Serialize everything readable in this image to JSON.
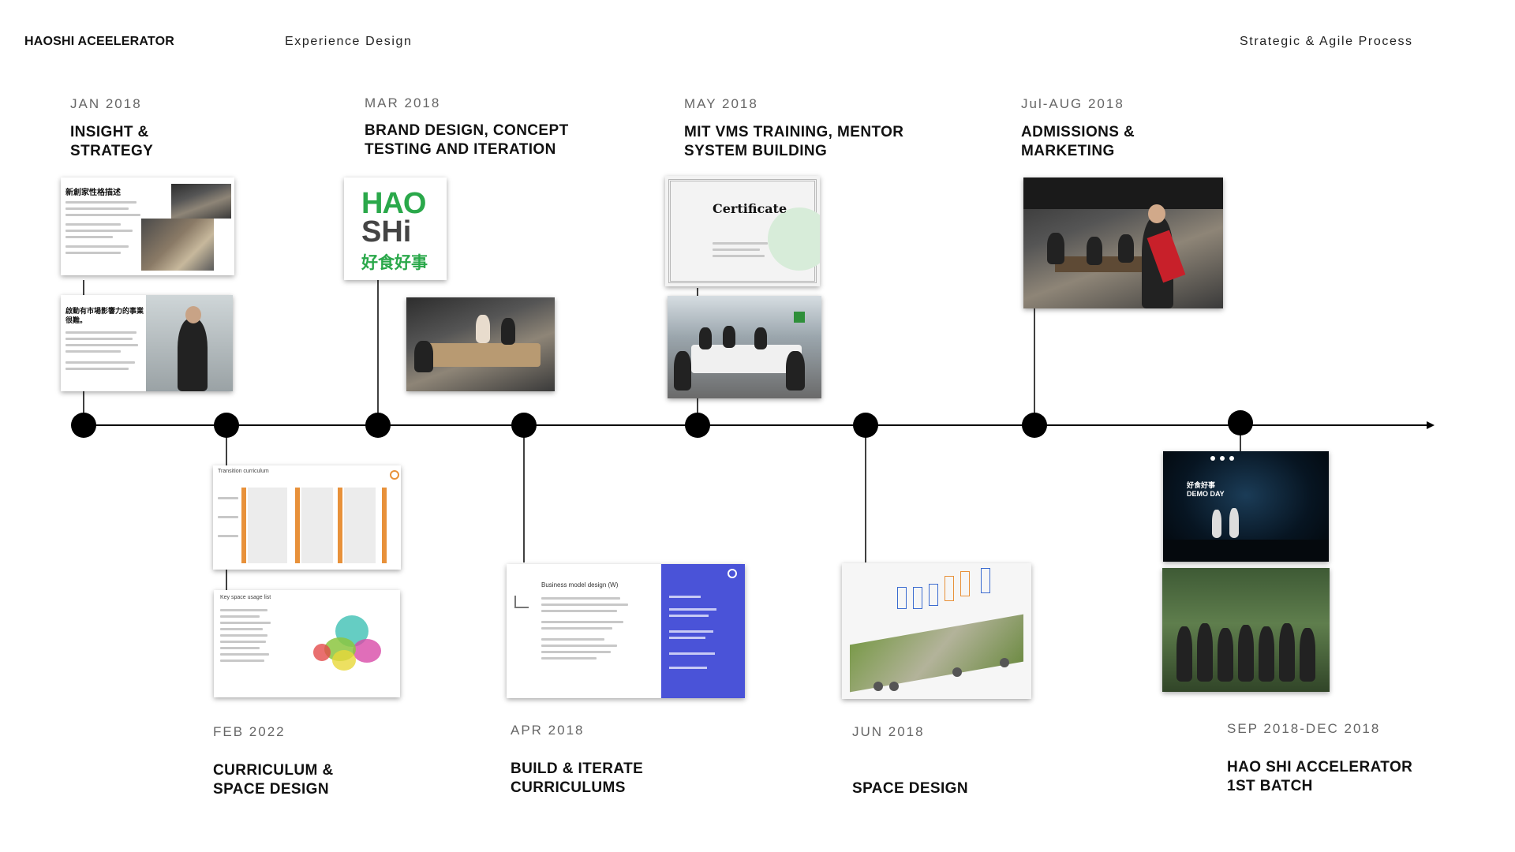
{
  "header": {
    "brand": "HAOSHI ACEELERATOR",
    "left_subtitle": "Experience Design",
    "right_subtitle": "Strategic & Agile Process"
  },
  "milestones_top": [
    {
      "date": "JAN 2018",
      "title": "INSIGHT &\nSTRATEGY"
    },
    {
      "date": "MAR 2018",
      "title": "BRAND DESIGN, CONCEPT\nTESTING AND ITERATION"
    },
    {
      "date": "MAY 2018",
      "title": "MIT VMS TRAINING, MENTOR\nSYSTEM BUILDING"
    },
    {
      "date": "Jul-AUG 2018",
      "title": "ADMISSIONS &\nMARKETING"
    }
  ],
  "milestones_bottom": [
    {
      "date": "FEB 2022",
      "title": "CURRICULUM &\nSPACE DESIGN"
    },
    {
      "date": "APR 2018",
      "title": "BUILD & ITERATE\nCURRICULUMS"
    },
    {
      "date": "JUN 2018",
      "title": "SPACE DESIGN"
    },
    {
      "date": "SEP 2018-DEC 2018",
      "title": "HAO SHI ACCELERATOR\n1ST BATCH"
    }
  ],
  "thumbnails": {
    "persona_heading": "新創家性格描述",
    "journey_heading": "啟動有市場影響力的事業很難。",
    "logo_line1": "HAO",
    "logo_line2": "SHi",
    "logo_cn": "好食好事",
    "certificate_title": "Certificate",
    "curriculum_title": "Transition curriculum",
    "space_list_title": "Key space usage list",
    "business_model_title": "Business model design (W)",
    "demo_day_text": "好食好事 DEMO DAY"
  },
  "colors": {
    "logo_green": "#2aa84a",
    "accent_blue": "#4a53d8",
    "accent_orange": "#e8913a",
    "timeline": "#000000"
  }
}
